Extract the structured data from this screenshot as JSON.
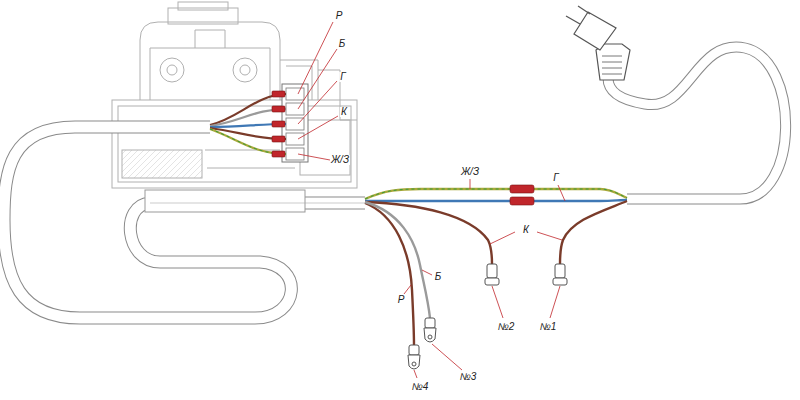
{
  "diagram": {
    "labels": [
      "Р",
      "Б",
      "Г",
      "К",
      "Ж/З",
      "Ж/З",
      "Г",
      "К",
      "Р",
      "Б",
      "№2",
      "№1",
      "№4",
      "№3"
    ]
  }
}
